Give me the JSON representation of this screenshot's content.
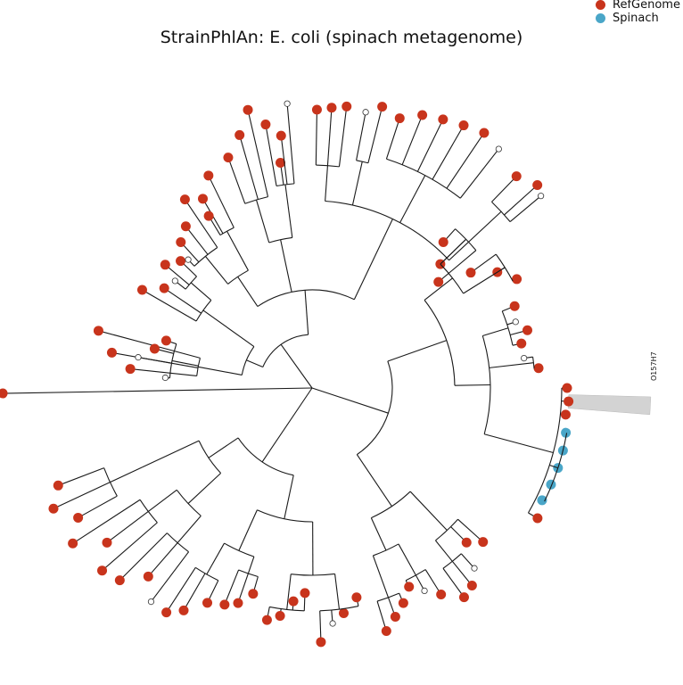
{
  "title": "StrainPhlAn: E. coli (spinach metagenome)",
  "legend": [
    {
      "label": "RefGenome",
      "color": "#c8341c"
    },
    {
      "label": "Spinach",
      "color": "#4aa6c8"
    }
  ],
  "highlight": {
    "label": "O157H7",
    "color": "#d3d3d3"
  },
  "colors": {
    "ref": "#c8341c",
    "spinach": "#4aa6c8",
    "branch": "#1a1a1a",
    "open_tip": "#ffffff"
  }
}
